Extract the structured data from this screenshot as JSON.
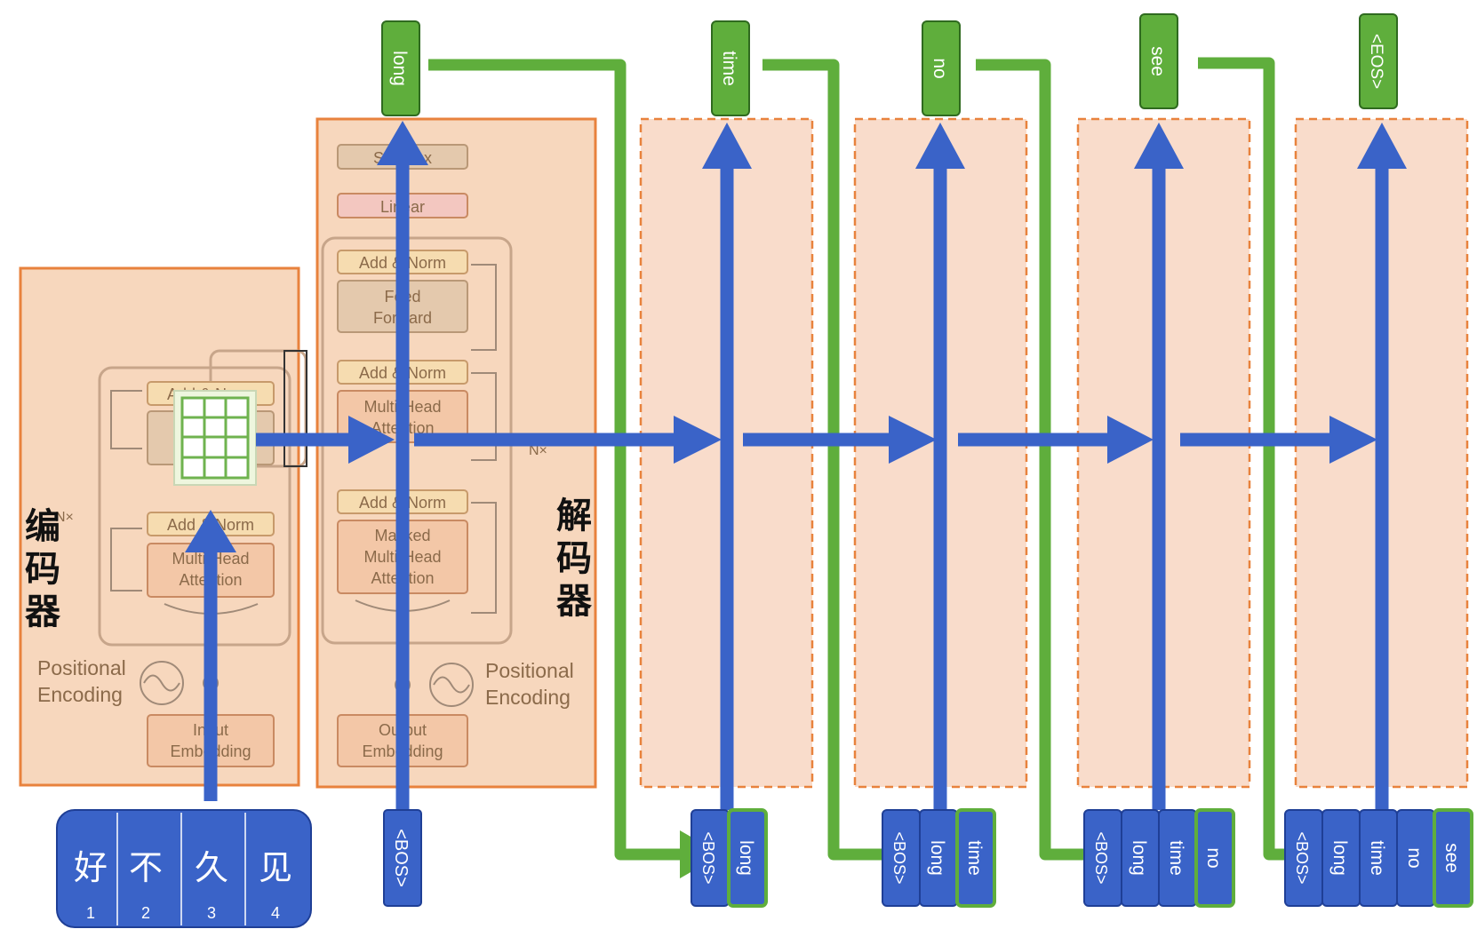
{
  "encoder": {
    "title": "编码器",
    "nx": "N×",
    "add_norm_top": "Add & Norm",
    "add_norm": "Add & Norm",
    "mha_line1": "Multi-Head",
    "mha_line2": "Attention",
    "pos_line1": "Positional",
    "pos_line2": "Encoding",
    "emb_line1": "Input",
    "emb_line2": "Embedding"
  },
  "input_tokens": [
    {
      "char": "好",
      "index": "1"
    },
    {
      "char": "不",
      "index": "2"
    },
    {
      "char": "久",
      "index": "3"
    },
    {
      "char": "见",
      "index": "4"
    }
  ],
  "decoder": {
    "title": "解码器",
    "nx": "N×",
    "softmax": "Softmax",
    "linear": "Linear",
    "add_norm_1": "Add & Norm",
    "ff_line1": "Feed",
    "ff_line2": "Forward",
    "add_norm_2": "Add & Norm",
    "mha_line1": "Multi-Head",
    "mha_line2": "Attention",
    "add_norm_3": "Add & Norm",
    "masked_line1": "Masked",
    "masked_line2": "Multi-Head",
    "masked_line3": "Attention",
    "pos_line1": "Positional",
    "pos_line2": "Encoding",
    "emb_line1": "Output",
    "emb_line2": "Embedding",
    "bos": "<BOS>"
  },
  "outputs": [
    "long",
    "time",
    "no",
    "see",
    "<EOS>"
  ],
  "steps": [
    {
      "inputs": [
        "<BOS>",
        "long"
      ]
    },
    {
      "inputs": [
        "<BOS>",
        "long",
        "time"
      ]
    },
    {
      "inputs": [
        "<BOS>",
        "long",
        "time",
        "no"
      ]
    },
    {
      "inputs": [
        "<BOS>",
        "long",
        "time",
        "no",
        "see"
      ]
    }
  ],
  "colors": {
    "blue": "#3a63c8",
    "green": "#5fae3c",
    "peach": "#f7d7bd",
    "orange_border": "#e8823d"
  }
}
